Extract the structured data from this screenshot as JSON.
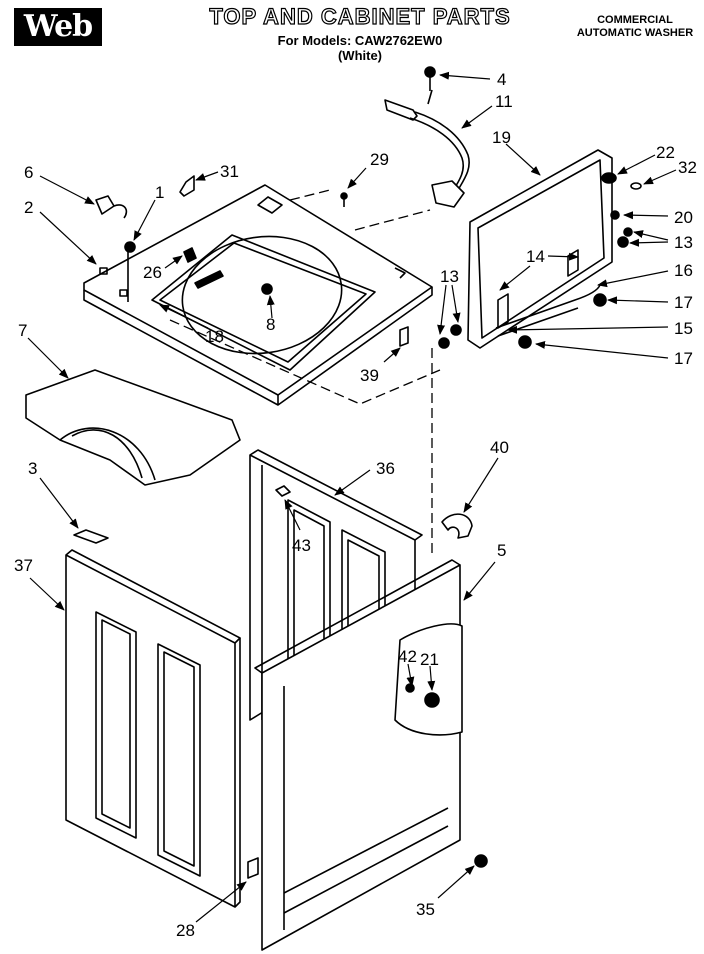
{
  "header": {
    "brand": "Web",
    "title": "TOP AND CABINET PARTS",
    "model_line": "For Models: CAW2762EW0",
    "color_line": "(White)",
    "category_line1": "COMMERCIAL",
    "category_line2": "AUTOMATIC WASHER"
  },
  "callouts": [
    "4",
    "11",
    "29",
    "31",
    "6",
    "1",
    "2",
    "26",
    "8",
    "18",
    "19",
    "22",
    "32",
    "20",
    "13",
    "14",
    "16",
    "17",
    "13",
    "15",
    "17",
    "7",
    "39",
    "3",
    "36",
    "40",
    "43",
    "37",
    "5",
    "42",
    "21",
    "28",
    "35"
  ]
}
